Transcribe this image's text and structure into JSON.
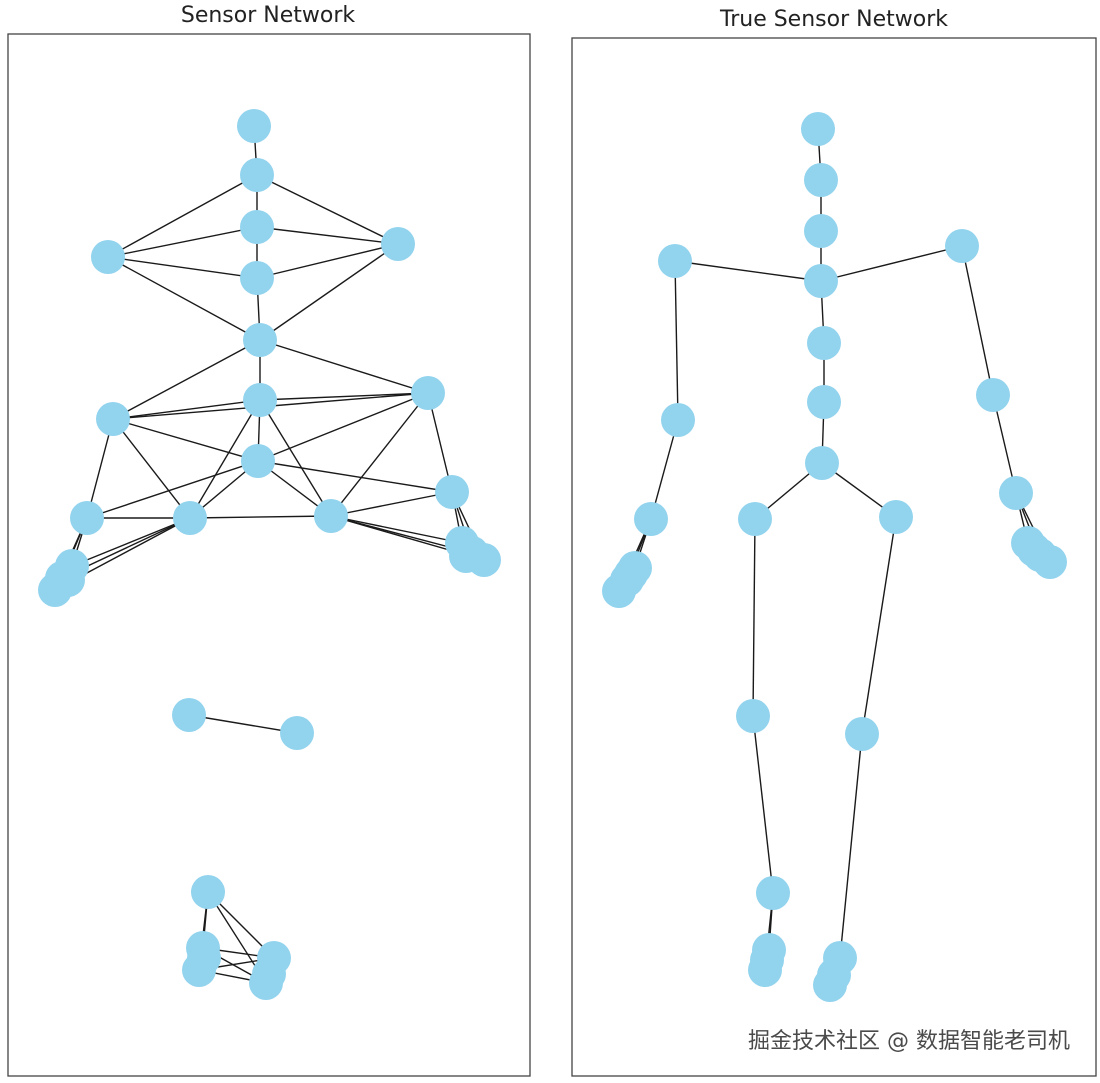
{
  "colors": {
    "node": "#92d3ee",
    "edge": "#1a1a1a",
    "frame": "#444444"
  },
  "panels": [
    {
      "id": "sensor-network",
      "title": "Sensor Network",
      "nodes": [
        {
          "id": "n0"
        },
        {
          "id": "n1"
        },
        {
          "id": "n2"
        },
        {
          "id": "n3"
        },
        {
          "id": "n4"
        },
        {
          "id": "n5"
        },
        {
          "id": "n6"
        },
        {
          "id": "n7"
        },
        {
          "id": "n8"
        },
        {
          "id": "n9"
        },
        {
          "id": "n10"
        },
        {
          "id": "n11"
        },
        {
          "id": "n12"
        },
        {
          "id": "n13"
        },
        {
          "id": "n14"
        },
        {
          "id": "n15"
        },
        {
          "id": "n16"
        },
        {
          "id": "n17"
        },
        {
          "id": "n18"
        },
        {
          "id": "n19"
        },
        {
          "id": "n20"
        },
        {
          "id": "n21"
        },
        {
          "id": "n22"
        },
        {
          "id": "n23"
        },
        {
          "id": "n24"
        },
        {
          "id": "n25"
        },
        {
          "id": "n26"
        },
        {
          "id": "n27"
        },
        {
          "id": "n28"
        },
        {
          "id": "n29"
        },
        {
          "id": "n30"
        },
        {
          "id": "n31"
        }
      ],
      "edges": [
        [
          "n0",
          "n1"
        ],
        [
          "n1",
          "n2"
        ],
        [
          "n2",
          "n3"
        ],
        [
          "n3",
          "n4"
        ],
        [
          "n4",
          "n5"
        ],
        [
          "n5",
          "n6"
        ],
        [
          "n1",
          "n7"
        ],
        [
          "n1",
          "n8"
        ],
        [
          "n2",
          "n7"
        ],
        [
          "n2",
          "n8"
        ],
        [
          "n3",
          "n7"
        ],
        [
          "n3",
          "n8"
        ],
        [
          "n7",
          "n4"
        ],
        [
          "n8",
          "n4"
        ],
        [
          "n4",
          "n9"
        ],
        [
          "n4",
          "n10"
        ],
        [
          "n9",
          "n5"
        ],
        [
          "n10",
          "n5"
        ],
        [
          "n9",
          "n10"
        ],
        [
          "n9",
          "n6"
        ],
        [
          "n9",
          "n13"
        ],
        [
          "n10",
          "n6"
        ],
        [
          "n10",
          "n14"
        ],
        [
          "n6",
          "n13"
        ],
        [
          "n6",
          "n14"
        ],
        [
          "n6",
          "n11"
        ],
        [
          "n6",
          "n12"
        ],
        [
          "n9",
          "n11"
        ],
        [
          "n10",
          "n12"
        ],
        [
          "n5",
          "n13"
        ],
        [
          "n5",
          "n14"
        ],
        [
          "n11",
          "n13"
        ],
        [
          "n13",
          "n14"
        ],
        [
          "n14",
          "n12"
        ],
        [
          "n11",
          "n15"
        ],
        [
          "n11",
          "n16"
        ],
        [
          "n11",
          "n17"
        ],
        [
          "n13",
          "n15"
        ],
        [
          "n13",
          "n16"
        ],
        [
          "n13",
          "n17"
        ],
        [
          "n14",
          "n18"
        ],
        [
          "n14",
          "n19"
        ],
        [
          "n14",
          "n20"
        ],
        [
          "n12",
          "n18"
        ],
        [
          "n12",
          "n19"
        ],
        [
          "n12",
          "n20"
        ],
        [
          "n21",
          "n22"
        ],
        [
          "n23",
          "n24"
        ],
        [
          "n23",
          "n25"
        ],
        [
          "n23",
          "n26"
        ],
        [
          "n23",
          "n27"
        ],
        [
          "n24",
          "n25"
        ],
        [
          "n24",
          "n26"
        ],
        [
          "n24",
          "n27"
        ],
        [
          "n25",
          "n26"
        ],
        [
          "n25",
          "n27"
        ],
        [
          "n26",
          "n27"
        ]
      ]
    },
    {
      "id": "true-sensor-network",
      "title": "True Sensor Network",
      "nodes": [
        {
          "id": "t0"
        },
        {
          "id": "t1"
        },
        {
          "id": "t2"
        },
        {
          "id": "t3"
        },
        {
          "id": "t4"
        },
        {
          "id": "t5"
        },
        {
          "id": "t6"
        },
        {
          "id": "t7"
        },
        {
          "id": "t8"
        },
        {
          "id": "t9"
        },
        {
          "id": "t10"
        },
        {
          "id": "t11"
        },
        {
          "id": "t12"
        },
        {
          "id": "t13"
        },
        {
          "id": "t14"
        },
        {
          "id": "t15"
        },
        {
          "id": "t16"
        },
        {
          "id": "t17"
        },
        {
          "id": "t18"
        },
        {
          "id": "t19"
        },
        {
          "id": "t20"
        },
        {
          "id": "t21"
        },
        {
          "id": "t22"
        },
        {
          "id": "t23"
        },
        {
          "id": "t24"
        },
        {
          "id": "t25"
        },
        {
          "id": "t26"
        },
        {
          "id": "t27"
        },
        {
          "id": "t28"
        },
        {
          "id": "t29"
        },
        {
          "id": "t30"
        },
        {
          "id": "t31"
        }
      ],
      "edges": [
        [
          "t0",
          "t1"
        ],
        [
          "t1",
          "t2"
        ],
        [
          "t2",
          "t3"
        ],
        [
          "t3",
          "t4"
        ],
        [
          "t4",
          "t5"
        ],
        [
          "t5",
          "t6"
        ],
        [
          "t3",
          "t7"
        ],
        [
          "t7",
          "t8"
        ],
        [
          "t8",
          "t9"
        ],
        [
          "t9",
          "t10"
        ],
        [
          "t9",
          "t11"
        ],
        [
          "t9",
          "t12"
        ],
        [
          "t3",
          "t13"
        ],
        [
          "t13",
          "t14"
        ],
        [
          "t14",
          "t15"
        ],
        [
          "t15",
          "t16"
        ],
        [
          "t15",
          "t17"
        ],
        [
          "t15",
          "t18"
        ],
        [
          "t6",
          "t19"
        ],
        [
          "t19",
          "t20"
        ],
        [
          "t20",
          "t21"
        ],
        [
          "t21",
          "t22"
        ],
        [
          "t21",
          "t23"
        ],
        [
          "t6",
          "t24"
        ],
        [
          "t24",
          "t25"
        ],
        [
          "t25",
          "t26"
        ],
        [
          "t26",
          "t27"
        ],
        [
          "t26",
          "t28"
        ]
      ]
    }
  ],
  "watermark": "掘金技术社区 @ 数据智能老司机"
}
